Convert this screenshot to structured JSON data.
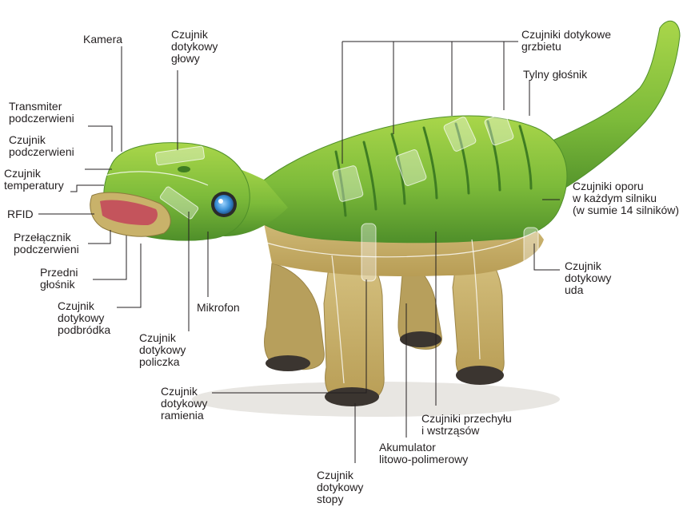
{
  "labels": {
    "kamera": [
      "Kamera"
    ],
    "czujnik_glowy": [
      "Czujnik",
      "dotykowy",
      "głowy"
    ],
    "czujniki_grzbietu": [
      "Czujniki dotykowe",
      "grzbietu"
    ],
    "tylny_glosnik": [
      "Tylny głośnik"
    ],
    "transmiter": [
      "Transmiter",
      "podczerwieni"
    ],
    "czujnik_podczerwieni": [
      "Czujnik",
      "podczerwieni"
    ],
    "czujnik_temperatury": [
      "Czujnik",
      "temperatury"
    ],
    "rfid": [
      "RFID"
    ],
    "przelacznik": [
      "Przełącznik",
      "podczerwieni"
    ],
    "przedni_glosnik": [
      "Przedni",
      "głośnik"
    ],
    "czujnik_podbrodka": [
      "Czujnik",
      "dotykowy",
      "podbródka"
    ],
    "mikrofon": [
      "Mikrofon"
    ],
    "czujnik_policzka": [
      "Czujnik",
      "dotykowy",
      "policzka"
    ],
    "czujniki_oporu": [
      "Czujniki oporu",
      "w każdym silniku",
      "(w sumie 14 silników)"
    ],
    "czujnik_uda": [
      "Czujnik",
      "dotykowy",
      "uda"
    ],
    "czujnik_ramienia": [
      "Czujnik",
      "dotykowy",
      "ramienia"
    ],
    "czujniki_przechylu": [
      "Czujniki przechyłu",
      "i wstrząsów"
    ],
    "akumulator": [
      "Akumulator",
      "litowo-polimerowy"
    ],
    "czujnik_stopy": [
      "Czujnik",
      "dotykowy",
      "stopy"
    ]
  },
  "colors": {
    "body_green": "#7dbb3a",
    "body_dark_green": "#3f7d22",
    "belly_tan": "#c9b26a",
    "leg_tan": "#cdb874",
    "foot_dark": "#3b3530",
    "eye_blue": "#3a8fd6",
    "mouth_pink": "#c4545c",
    "line": "#231f20"
  }
}
